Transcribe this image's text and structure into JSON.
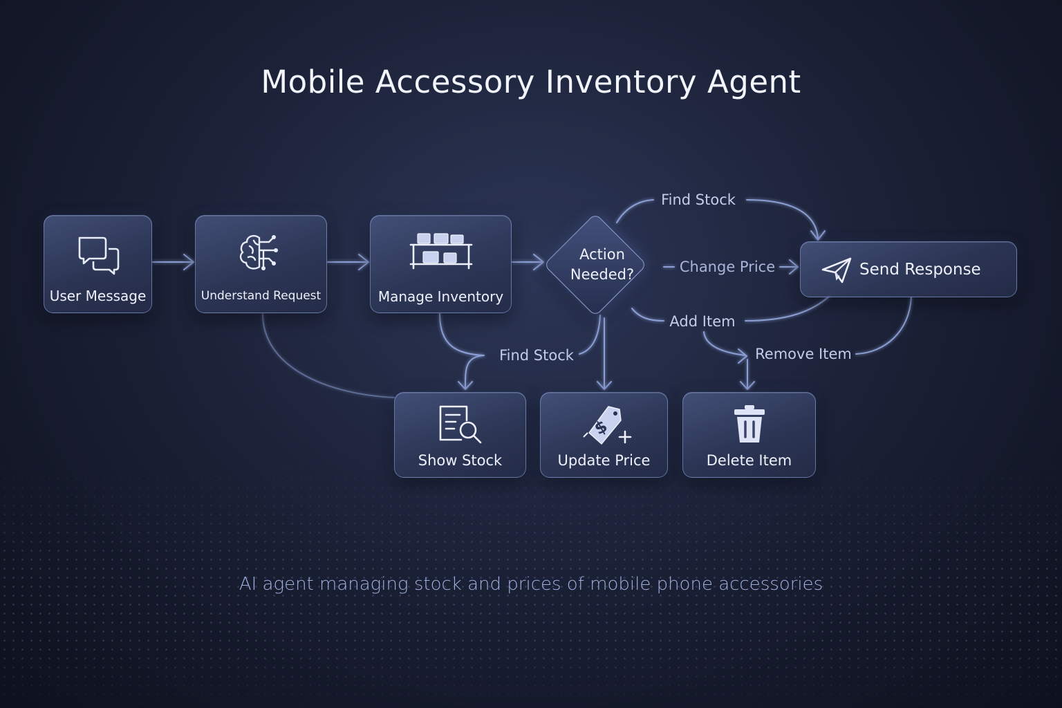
{
  "title": "Mobile Accessory Inventory Agent",
  "subtitle": "AI agent managing stock and prices of mobile phone accessories",
  "nodes": {
    "user_message": "User Message",
    "understand_request": "Understand Request",
    "manage_inventory": "Manage Inventory",
    "action_needed": "Action Needed?",
    "send_response": "Send Response",
    "show_stock": "Show Stock",
    "update_price": "Update Price",
    "delete_item": "Delete Item"
  },
  "edges": {
    "find_stock_top": "Find Stock",
    "change_price": "Change Price",
    "add_item": "Add Item",
    "find_stock_bottom": "Find Stock",
    "remove_item": "Remove Item"
  },
  "icons": {
    "user_message": "chat-bubbles-icon",
    "understand_request": "brain-circuit-icon",
    "manage_inventory": "shelf-boxes-icon",
    "send_response": "paper-plane-icon",
    "show_stock": "document-search-icon",
    "update_price": "price-tag-plus-icon",
    "delete_item": "trash-can-icon"
  },
  "colors": {
    "accent": "#8fa6e8",
    "background": "#1c2238"
  }
}
